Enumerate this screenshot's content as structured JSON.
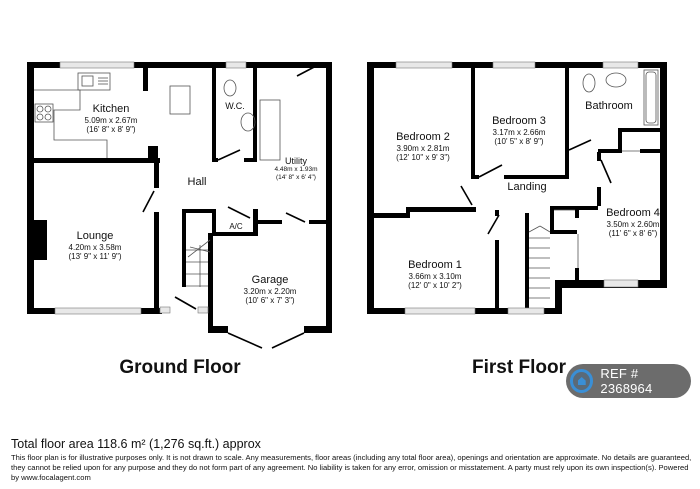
{
  "ground_floor": {
    "title": "Ground Floor",
    "rooms": {
      "kitchen": {
        "name": "Kitchen",
        "metric": "5.09m x 2.67m",
        "imperial": "(16' 8\" x 8' 9\")"
      },
      "wc": {
        "name": "W.C."
      },
      "utility": {
        "name": "Utility",
        "metric": "4.48m x 1.93m",
        "imperial": "(14' 8\" x 6' 4\")"
      },
      "hall": {
        "name": "Hall"
      },
      "ac": {
        "name": "A/C"
      },
      "lounge": {
        "name": "Lounge",
        "metric": "4.20m x 3.58m",
        "imperial": "(13' 9\" x 11' 9\")"
      },
      "garage": {
        "name": "Garage",
        "metric": "3.20m x 2.20m",
        "imperial": "(10' 6\" x 7' 3\")"
      }
    }
  },
  "first_floor": {
    "title": "First Floor",
    "rooms": {
      "bedroom2": {
        "name": "Bedroom 2",
        "metric": "3.90m x 2.81m",
        "imperial": "(12' 10\" x 9' 3\")"
      },
      "bedroom3": {
        "name": "Bedroom 3",
        "metric": "3.17m x 2.66m",
        "imperial": "(10' 5\" x 8' 9\")"
      },
      "bathroom": {
        "name": "Bathroom"
      },
      "landing": {
        "name": "Landing"
      },
      "bedroom4": {
        "name": "Bedroom 4",
        "metric": "3.50m x 2.60m",
        "imperial": "(11' 6\" x 8' 6\")"
      },
      "bedroom1": {
        "name": "Bedroom 1",
        "metric": "3.66m x 3.10m",
        "imperial": "(12' 0\" x 10' 2\")"
      }
    }
  },
  "ref_badge": {
    "label": "REF # 2368964",
    "icon": "home-icon",
    "background": "#6c6c6c",
    "accent": "#3a8fd6"
  },
  "footer": {
    "total_area": "Total floor area 118.6 m² (1,276 sq.ft.) approx",
    "disclaimer": "This floor plan is for illustrative purposes only. It is not drawn to scale. Any measurements, floor areas (including any total floor area), openings and orientation are approximate. No details are guaranteed, they cannot be relied upon for any purpose and they do not form part of any agreement. No liability is taken for any error, omission or misstatement. A party must rely upon its own inspection(s). Powered by www.focalagent.com"
  }
}
